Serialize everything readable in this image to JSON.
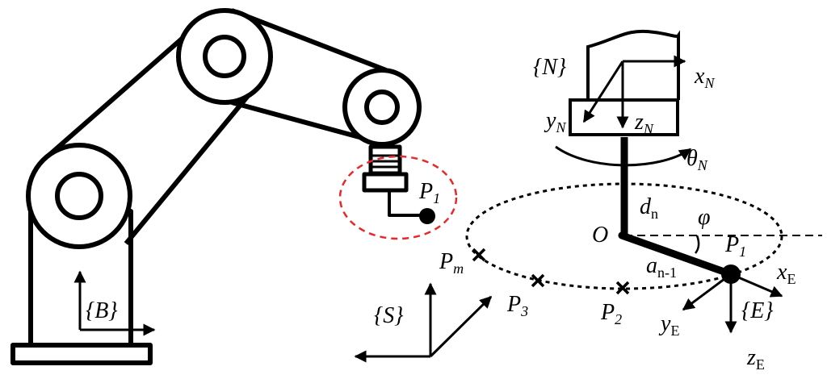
{
  "frames": {
    "base": "{B}",
    "station": "{S}",
    "flange": "{N}",
    "end": "{E}"
  },
  "axes": {
    "x_N": {
      "base": "x",
      "sub": "N"
    },
    "y_N": {
      "base": "y",
      "sub": "N"
    },
    "z_N": {
      "base": "z",
      "sub": "N"
    },
    "x_E": {
      "base": "x",
      "sub": "E"
    },
    "y_E": {
      "base": "y",
      "sub": "E"
    },
    "z_E": {
      "base": "z",
      "sub": "E"
    }
  },
  "angles": {
    "theta_N": {
      "base": "θ",
      "sub": "N"
    },
    "phi": "φ"
  },
  "lengths": {
    "d_n": {
      "base": "d",
      "sub": "n"
    },
    "a_n1": {
      "base": "a",
      "sub": "n-1"
    }
  },
  "origin": "O",
  "points": {
    "P1_robot": {
      "base": "P",
      "sub": "1"
    },
    "P1_circle": {
      "base": "P",
      "sub": "1"
    },
    "P2": {
      "base": "P",
      "sub": "2"
    },
    "P3": {
      "base": "P",
      "sub": "3"
    },
    "Pm": {
      "base": "P",
      "sub": "m"
    }
  },
  "colors": {
    "ink": "#000000",
    "highlight": "#e8282a"
  }
}
